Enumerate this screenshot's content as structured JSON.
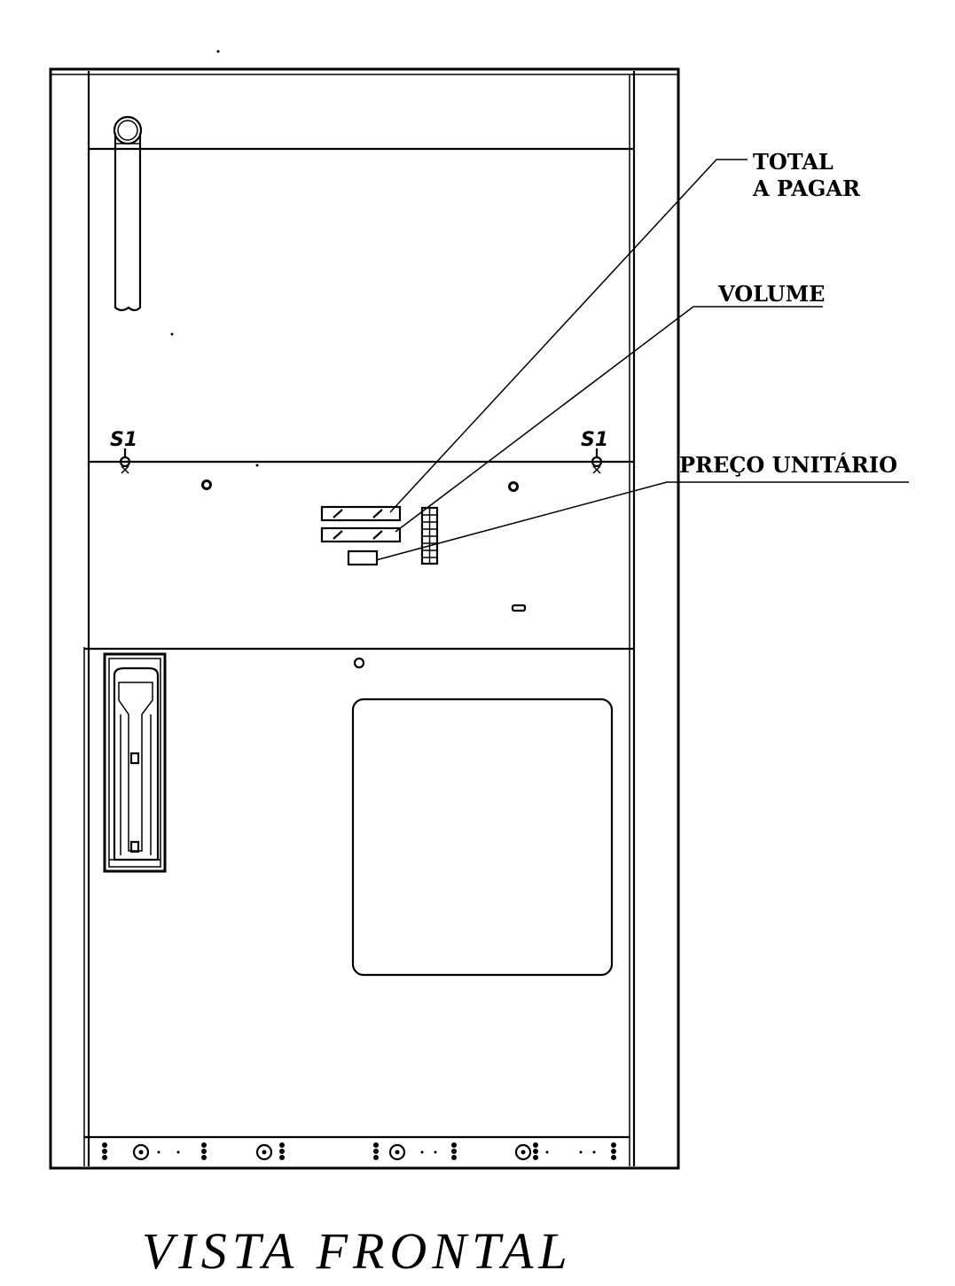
{
  "title": "VISTA FRONTAL",
  "labels": {
    "total_line1": "TOTAL",
    "total_line2": "A PAGAR",
    "volume": "VOLUME",
    "preco_unitario": "PREÇO UNITÁRIO",
    "sensor_left": "S1",
    "sensor_right": "S1"
  }
}
